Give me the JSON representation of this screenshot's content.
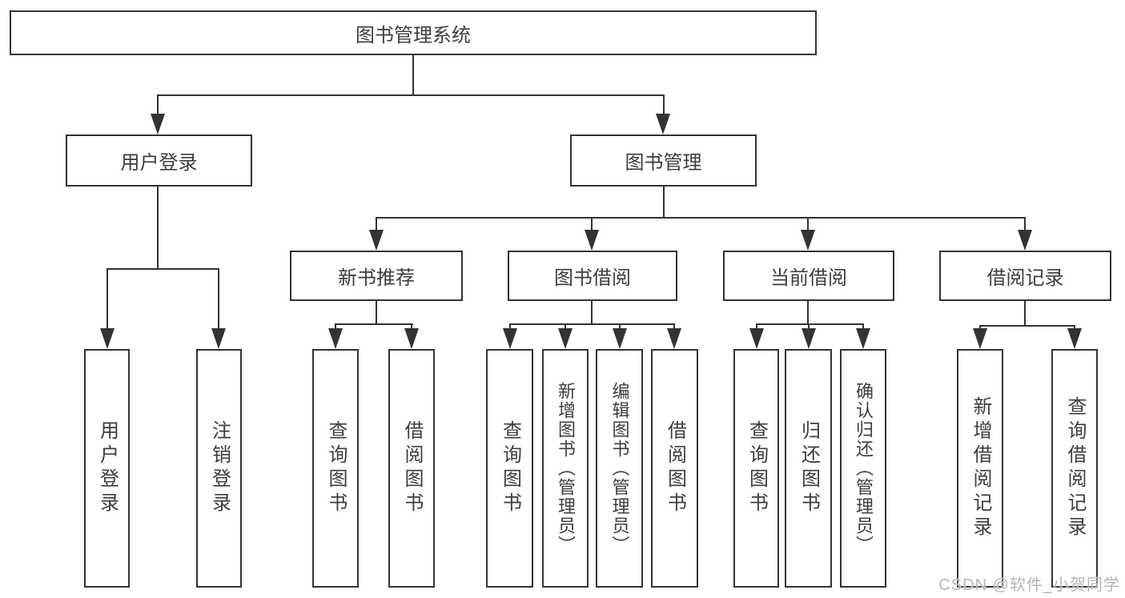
{
  "diagram": {
    "title": "图书管理系统",
    "branches": [
      {
        "label": "用户登录",
        "leaves": [
          "用户登录",
          "注销登录"
        ]
      },
      {
        "label": "图书管理",
        "groups": [
          {
            "label": "新书推荐",
            "leaves": [
              "查询图书",
              "借阅图书"
            ]
          },
          {
            "label": "图书借阅",
            "leaves": [
              "查询图书",
              "新增图书（管理员）",
              "编辑图书（管理员）",
              "借阅图书"
            ]
          },
          {
            "label": "当前借阅",
            "leaves": [
              "查询图书",
              "归还图书",
              "确认归还（管理员）"
            ]
          },
          {
            "label": "借阅记录",
            "leaves": [
              "新增借阅记录",
              "查询借阅记录"
            ]
          }
        ]
      }
    ]
  },
  "watermark": {
    "text": "CSDN @软件_小贺同学"
  },
  "colors": {
    "line": "#333333",
    "text": "#3d3d3d",
    "watermark": "#b5b5b5",
    "background": "#ffffff"
  }
}
